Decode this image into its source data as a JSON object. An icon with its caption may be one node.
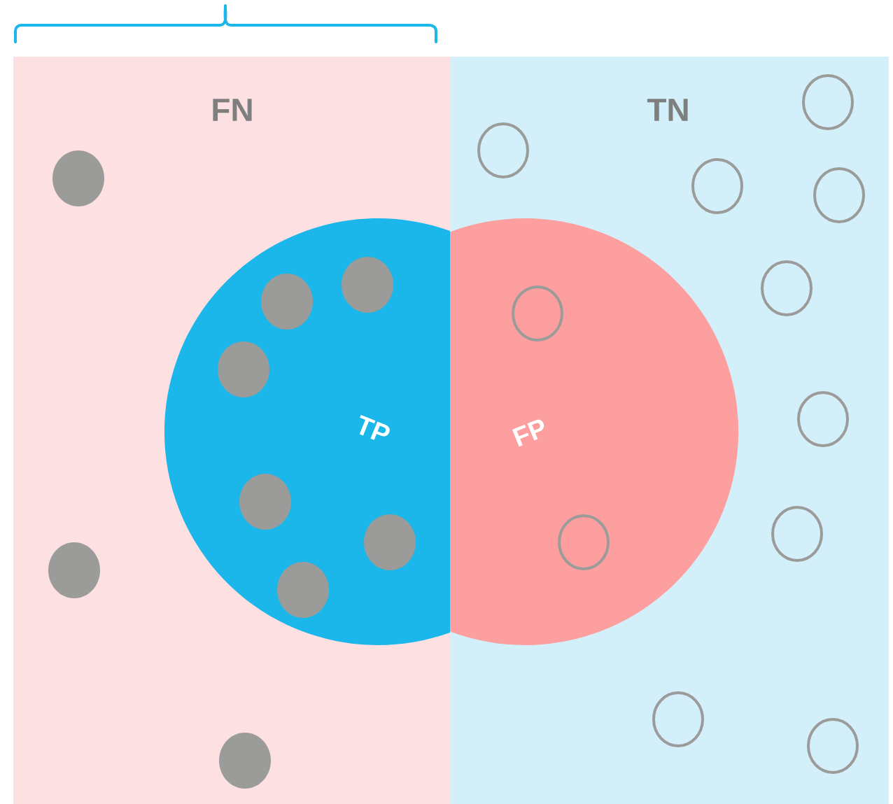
{
  "diagram": {
    "nodes": [
      {
        "text": [
          "FN"
        ]
      },
      {
        "text": [
          "TN"
        ]
      },
      {
        "text": [
          "TP"
        ],
        "in": 0
      },
      {
        "text": [
          "FP"
        ],
        "in": 1
      },
      {
        "text": [],
        "shape": "circle",
        "in": 0
      },
      {
        "text": [],
        "shape": "circle",
        "in": 0
      },
      {
        "text": [],
        "shape": "circle",
        "in": 0
      },
      {
        "text": [],
        "shape": "circle",
        "in": 2
      },
      {
        "text": [],
        "shape": "circle",
        "in": 2
      },
      {
        "text": [],
        "shape": "circle",
        "in": 2
      },
      {
        "text": [],
        "shape": "circle",
        "in": 2
      },
      {
        "text": [],
        "shape": "circle",
        "in": 2
      },
      {
        "text": [],
        "shape": "circle",
        "in": 2
      },
      {
        "text": [],
        "shape": "circle",
        "in": 1
      },
      {
        "text": [],
        "shape": "circle",
        "in": 1
      },
      {
        "text": [],
        "shape": "circle",
        "in": 1
      },
      {
        "text": [],
        "shape": "circle",
        "in": 1
      },
      {
        "text": [],
        "shape": "circle",
        "in": 1
      },
      {
        "text": [],
        "shape": "circle",
        "in": 1
      },
      {
        "text": [],
        "shape": "circle",
        "in": 1
      },
      {
        "text": [],
        "shape": "circle",
        "in": 1
      },
      {
        "text": [],
        "shape": "circle",
        "in": 1
      },
      {
        "text": [],
        "shape": "circle",
        "in": 3
      },
      {
        "text": [],
        "shape": "circle",
        "in": 3
      }
    ]
  }
}
